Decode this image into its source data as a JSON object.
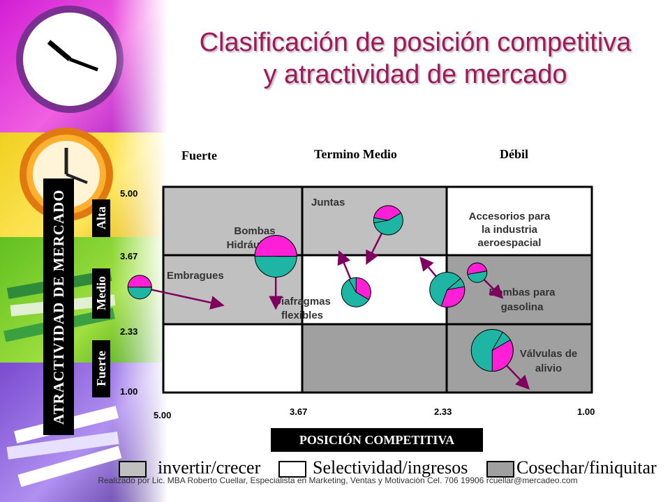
{
  "title_line1": "Clasificación de posición competitiva",
  "title_line2": "y atractividad de mercado",
  "column_headers": [
    "Fuerte",
    "Termino Medio",
    "Débil"
  ],
  "y_axis_title": "ATRACTIVIDAD DE MERCADO",
  "y_levels": [
    "Alta",
    "Medio",
    "Fuerte"
  ],
  "y_ticks": [
    "5.00",
    "3.67",
    "2.33",
    "1.00"
  ],
  "x_ticks": [
    "5.00",
    "3.67",
    "2.33",
    "1.00"
  ],
  "x_axis_title": "POSICIÓN COMPETITIVA",
  "cells": [
    [
      "#c0c0c0",
      "#c0c0c0",
      "#ffffff"
    ],
    [
      "#c0c0c0",
      "#ffffff",
      "#a0a0a0"
    ],
    [
      "#ffffff",
      "#a0a0a0",
      "#a0a0a0"
    ]
  ],
  "businesses": [
    {
      "label": "Juntas",
      "x": 2.9,
      "y": 4.35
    },
    {
      "label": "Bombas Hidráulicas",
      "x": 3.95,
      "y": 3.65
    },
    {
      "label": "Accesorios para la industria aeroespacial",
      "x": 2.07,
      "y": 3.33
    },
    {
      "label": "Embragues",
      "x": 5.22,
      "y": 3.05
    },
    {
      "label": "Diafragmas flexibles",
      "x": 3.2,
      "y": 2.95
    },
    {
      "label": "Bombas para gasolina",
      "x": 2.35,
      "y": 3.0
    },
    {
      "label": "Válvulas de alivio",
      "x": 1.93,
      "y": 1.82
    }
  ],
  "legend": [
    {
      "label": "invertir/crecer",
      "color": "#c0c0c0"
    },
    {
      "label": "Selectividad/ingresos",
      "color": "#ffffff"
    },
    {
      "label": "Cosechar/finiquitar",
      "color": "#a0a0a0"
    }
  ],
  "footer": "Realizado por Lic. MBA Roberto Cuellar, Especialista en Marketing, Ventas y Motivación Cel. 706 19906 rcuellar@mercadeo.com",
  "colors": {
    "title": "#a0195a",
    "pie_teal": "#1fb5a5",
    "pie_magenta": "#ff1fd6",
    "arrow": "#800060"
  }
}
